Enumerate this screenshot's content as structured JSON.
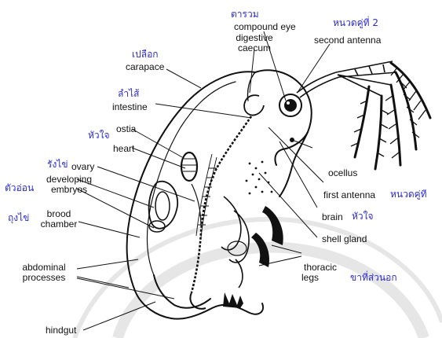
{
  "diagram": {
    "colors": {
      "english_label": "#111111",
      "thai_label": "#2b2bd0",
      "ink": "#111111",
      "watermark": "#e6e6e6"
    },
    "labels": {
      "compound_eye": "compound eye",
      "second_antenna": "second antenna",
      "digestive_caecum": [
        "digestive",
        "caecum"
      ],
      "carapace": "carapace",
      "intestine": "intestine",
      "ostia": "ostia",
      "heart": "heart",
      "ovary": "ovary",
      "developing_embryos": [
        "developing",
        "embryos"
      ],
      "brood_chamber": [
        "brood",
        "chamber"
      ],
      "ocellus": "ocellus",
      "first_antenna": "first antenna",
      "brain": "brain",
      "shell_gland": "shell gland",
      "thoracic_legs": [
        "thoracic",
        "legs"
      ],
      "abdominal_processes": [
        "abdominal",
        "processes"
      ],
      "hindgut": "hindgut"
    },
    "thai_labels": {
      "compound_eye": "ตารวม",
      "second_antenna": "หนวดคู่ที่ 2",
      "carapace": "เปลือก",
      "intestine": "ลำไส้",
      "heart": "หัวใจ",
      "ovary": "รังไข่",
      "embryos": "ตัวอ่อน",
      "brood_chamber": "ถุงไข่",
      "first_antenna": "หนวดคู่ที่",
      "brain": "หัวใจ",
      "thoracic_legs": "ขาที่ส่วนอก"
    }
  }
}
